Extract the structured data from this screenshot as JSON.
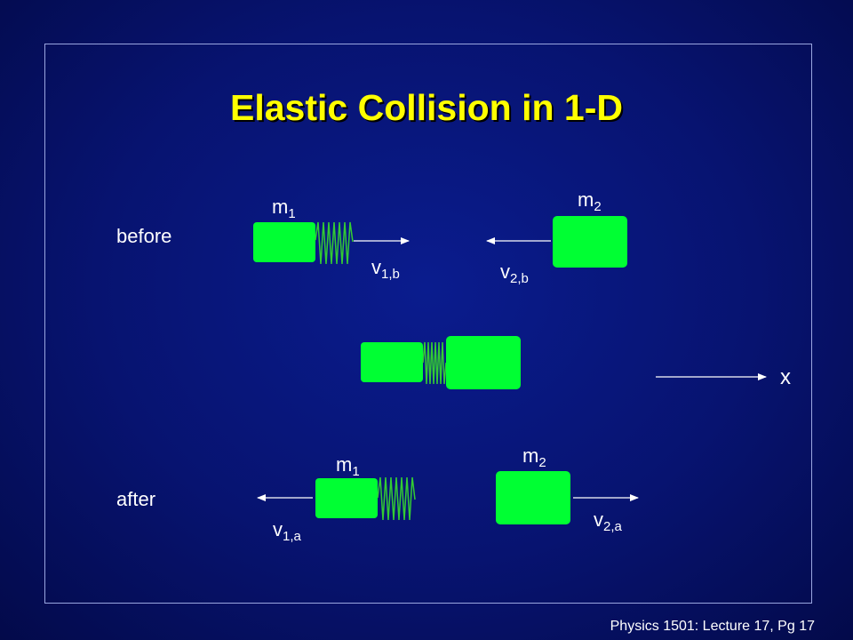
{
  "slide": {
    "title": "Elastic Collision in 1-D",
    "footer": "Physics 1501: Lecture 17, Pg 17"
  },
  "labels": {
    "before": "before",
    "after": "after",
    "x_axis": "x",
    "m": "m",
    "v": "v",
    "sub_1": "1",
    "sub_2": "2",
    "sub_1b": "1,b",
    "sub_2b": "2,b",
    "sub_1a": "1,a",
    "sub_2a": "2,a"
  },
  "colors": {
    "block": "#00ff33",
    "spring": "#33cc33",
    "title": "#ffff00",
    "arrow": "#ffffff"
  }
}
